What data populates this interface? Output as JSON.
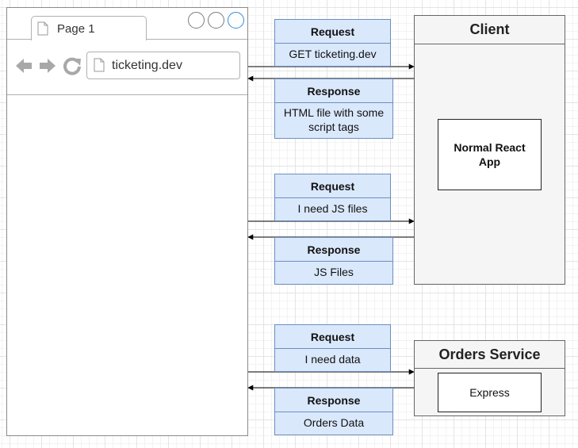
{
  "browser": {
    "tab_label": "Page 1",
    "url": "ticketing.dev"
  },
  "exchanges": [
    {
      "request_title": "Request",
      "request_body": "GET ticketing.dev",
      "response_title": "Response",
      "response_body": "HTML file with some script tags"
    },
    {
      "request_title": "Request",
      "request_body": "I need JS files",
      "response_title": "Response",
      "response_body": "JS Files"
    },
    {
      "request_title": "Request",
      "request_body": "I need data",
      "response_title": "Response",
      "response_body": "Orders Data"
    }
  ],
  "client": {
    "title": "Client",
    "inner": "Normal React App"
  },
  "orders_service": {
    "title": "Orders Service",
    "inner": "Express"
  },
  "colors": {
    "message_fill": "#dae8fc",
    "message_stroke": "#6c8ebf",
    "service_fill": "#f5f5f5",
    "active_window_button": "#2c8de0"
  },
  "icons": [
    "page-icon",
    "back-arrow-icon",
    "forward-arrow-icon",
    "reload-icon"
  ]
}
